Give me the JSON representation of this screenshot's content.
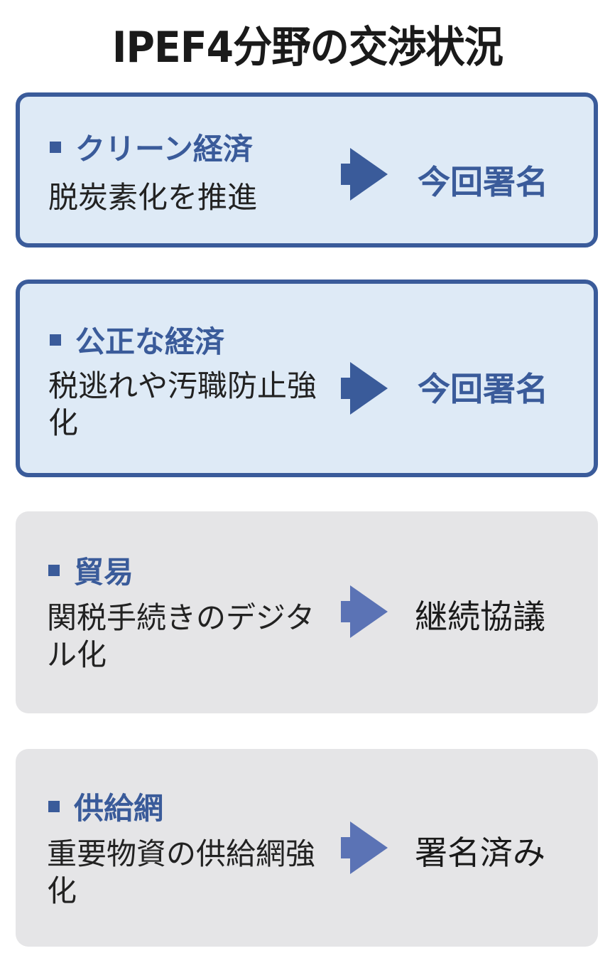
{
  "title": "IPEF4分野の交渉状況",
  "colors": {
    "accent": "#3a5b9a",
    "active_fill": "#deeaf6",
    "inactive_fill": "#e5e5e7",
    "arrow_active": "#3a5b9a",
    "arrow_inactive": "#5b73b5"
  },
  "areas": [
    {
      "heading": "クリーン経済",
      "description": "脱炭素化を推進",
      "status": "今回署名",
      "state": "active"
    },
    {
      "heading": "公正な経済",
      "description": "税逃れや汚職防止強化",
      "status": "今回署名",
      "state": "active"
    },
    {
      "heading": "貿易",
      "description": "関税手続きのデジタル化",
      "status": "継続協議",
      "state": "inactive"
    },
    {
      "heading": "供給網",
      "description": "重要物資の供給網強化",
      "status": "署名済み",
      "state": "inactive"
    }
  ]
}
